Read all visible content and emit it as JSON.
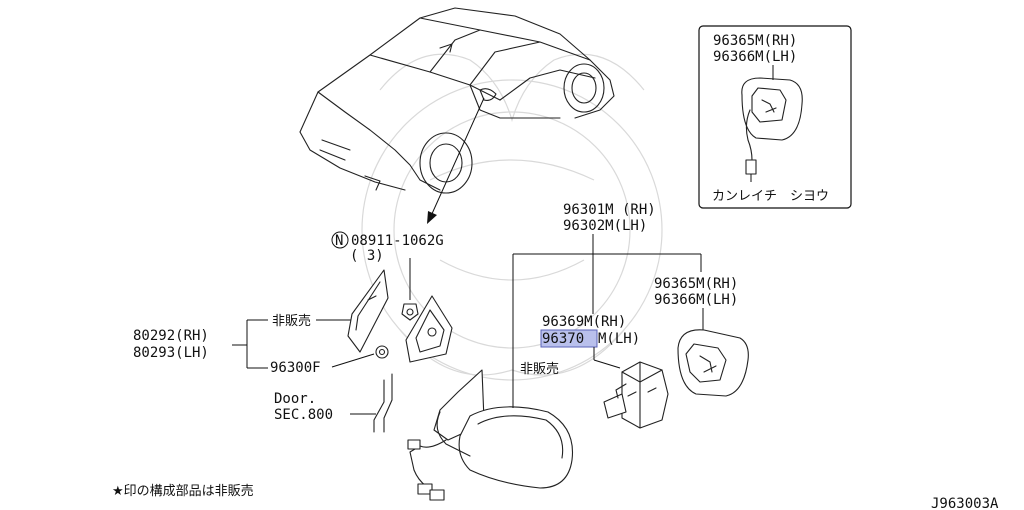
{
  "callouts": {
    "fastener_code": "08911-1062G",
    "fastener_qty": "( 3)",
    "fastener_marker": "N",
    "not_for_sale_upper": "非販売",
    "cover_rh": "80292(RH)",
    "cover_lh": "80293(LH)",
    "finisher": "96300F",
    "door_ref_line1": "Door.",
    "door_ref_line2": "SEC.800",
    "mirror_rh": "96301M (RH)",
    "mirror_lh": "96302M(LH)",
    "glass_rh": "96365M(RH)",
    "glass_lh": "96366M(LH)",
    "actuator_rh": "96369M(RH)",
    "actuator_lh_code": "96370",
    "actuator_lh_suffix": "M(LH)",
    "not_for_sale_lower": "非販売"
  },
  "inset": {
    "glass_rh": "96365M(RH)",
    "glass_lh": "96366M(LH)",
    "caption": "カンレイチ　シヨウ"
  },
  "footer": {
    "note": "★印の構成部品は非販売",
    "diagram_id": "J963003A"
  },
  "colors": {
    "highlight_fill": "#b9c0ec",
    "highlight_border": "#5b63b8"
  }
}
